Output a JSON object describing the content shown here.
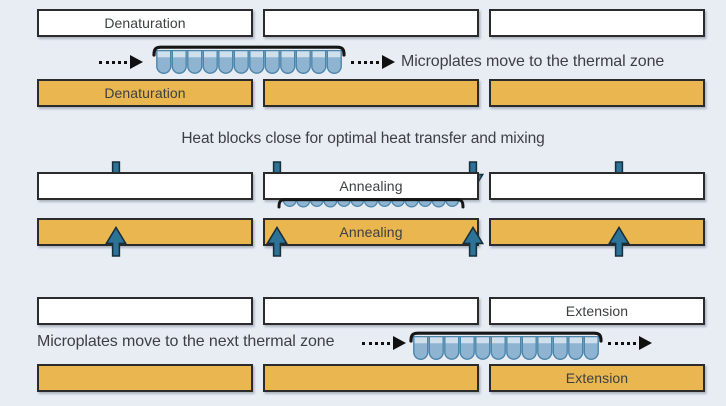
{
  "captions": {
    "move_to_thermal_zone": "Microplates move to the thermal zone",
    "heat_blocks_close": "Heat blocks close for optimal heat transfer and mixing",
    "move_to_next_zone": "Microplates move to the next thermal zone"
  },
  "zones": {
    "row1": {
      "white": [
        "Denaturation",
        "",
        ""
      ],
      "orange": [
        "Denaturation",
        "",
        ""
      ]
    },
    "row2": {
      "white": [
        "",
        "Annealing",
        ""
      ],
      "orange": [
        "",
        "Annealing",
        ""
      ]
    },
    "row3": {
      "white": [
        "",
        "",
        "Extension"
      ],
      "orange": [
        "",
        "",
        "Extension"
      ]
    }
  },
  "microplate": {
    "expanded_wells": 12,
    "compressed_wells": 13
  },
  "colors": {
    "background": "#e8edf4",
    "heat_block_orange": "#e9b64f",
    "block_outline": "#2b2b2b",
    "text": "#3d4043",
    "arrow_blue": "#2d7398",
    "arrow_outline": "#15303c",
    "well_outline": "#4d86ab",
    "well_fill": "#cfdfeb",
    "well_liquid": "#8fb4d2",
    "bracket_black": "#161616"
  }
}
